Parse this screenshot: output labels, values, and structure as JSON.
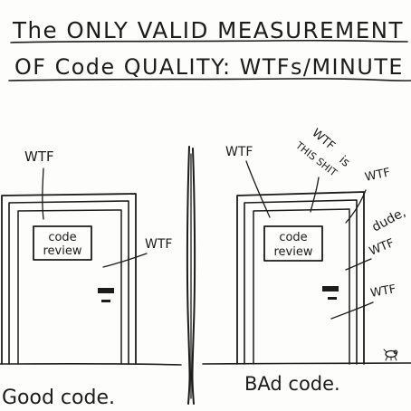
{
  "title": {
    "line1": "The ONLY VALID MEASUREMENT",
    "line2": "OF Code QUALITY: WTFs/MINUTE"
  },
  "left_panel": {
    "sign_line1": "code",
    "sign_line2": "review",
    "wtf_1": "WTF",
    "wtf_2": "WTF",
    "caption": "Good code."
  },
  "right_panel": {
    "sign_line1": "code",
    "sign_line2": "review",
    "wtf_top": "WTF",
    "shout_1": "WTF",
    "shout_2": "is",
    "shout_3": "THIS SHIT",
    "wtf_right": "WTF",
    "dude_1": "dude,",
    "dude_2": "WTF",
    "wtf_bottom": "WTF",
    "caption": "BAd code."
  }
}
